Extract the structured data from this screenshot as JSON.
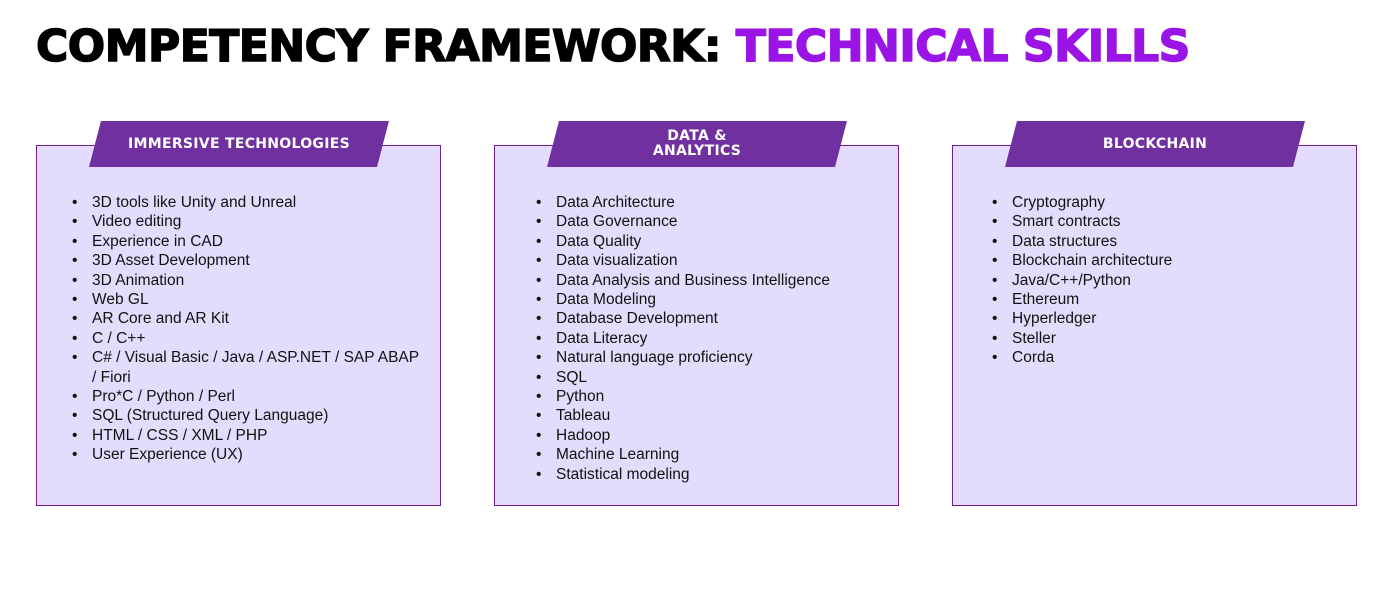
{
  "title": {
    "main": "COMPETENCY FRAMEWORK:",
    "accent": "TECHNICAL SKILLS"
  },
  "colors": {
    "accent_purple": "#9b14e6",
    "header_purple": "#7030a0",
    "card_fill": "#e4dcfd",
    "card_border": "#6e1e96"
  },
  "cards": [
    {
      "header": "IMMERSIVE TECHNOLOGIES",
      "items": [
        "3D tools like Unity and Unreal",
        "Video editing",
        "Experience in CAD",
        "3D Asset Development",
        "3D Animation",
        "Web GL",
        "AR Core and AR Kit",
        "C / C++",
        "C# / Visual Basic / Java / ASP.NET / SAP ABAP / Fiori",
        "Pro*C / Python / Perl",
        "SQL (Structured Query Language)",
        "HTML / CSS / XML / PHP",
        "User Experience (UX)"
      ]
    },
    {
      "header": "DATA &\nANALYTICS",
      "items": [
        "Data Architecture",
        "Data Governance",
        "Data Quality",
        "Data visualization",
        "Data Analysis and Business Intelligence",
        "Data Modeling",
        "Database Development",
        "Data Literacy",
        "Natural language proficiency",
        "SQL",
        "Python",
        "Tableau",
        "Hadoop",
        "Machine Learning",
        "Statistical modeling"
      ]
    },
    {
      "header": "BLOCKCHAIN",
      "items": [
        "Cryptography",
        "Smart contracts",
        "Data structures",
        "Blockchain architecture",
        "Java/C++/Python",
        "Ethereum",
        "Hyperledger",
        "Steller",
        "Corda"
      ]
    }
  ]
}
